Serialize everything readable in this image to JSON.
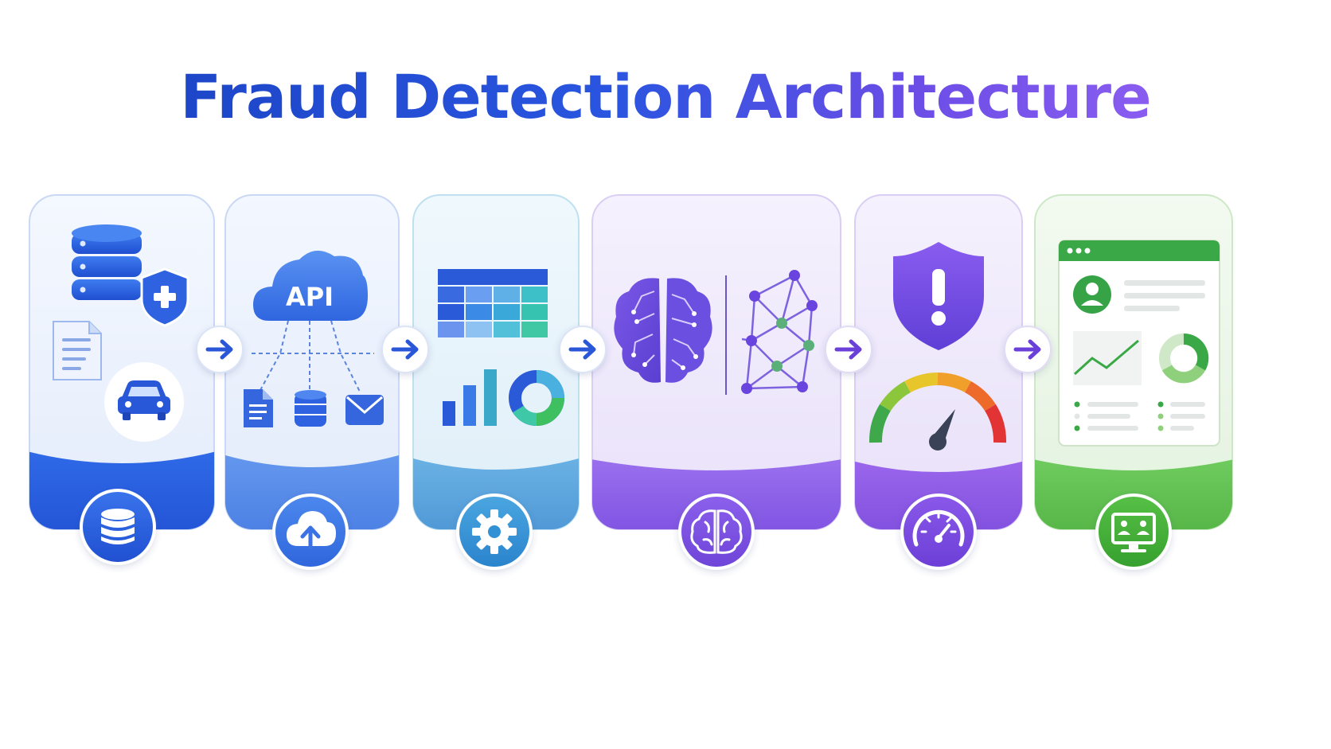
{
  "title": "Fraud Detection Architecture",
  "api_label": "API",
  "colors": {
    "blue": "#2b62e0",
    "light_blue": "#5b8ee8",
    "sky": "#5aa6dd",
    "purple": "#8a5ee8",
    "violet": "#8a4fe0",
    "green": "#5ec24e"
  },
  "stages": [
    {
      "name": "data-sources",
      "icon": "database-icon"
    },
    {
      "name": "ingestion-api",
      "icon": "cloud-upload-icon"
    },
    {
      "name": "feature-engineering",
      "icon": "gear-icon"
    },
    {
      "name": "ml-models",
      "icon": "brain-icon"
    },
    {
      "name": "risk-scoring",
      "icon": "gauge-icon"
    },
    {
      "name": "monitoring-dashboard",
      "icon": "monitor-icon"
    }
  ]
}
